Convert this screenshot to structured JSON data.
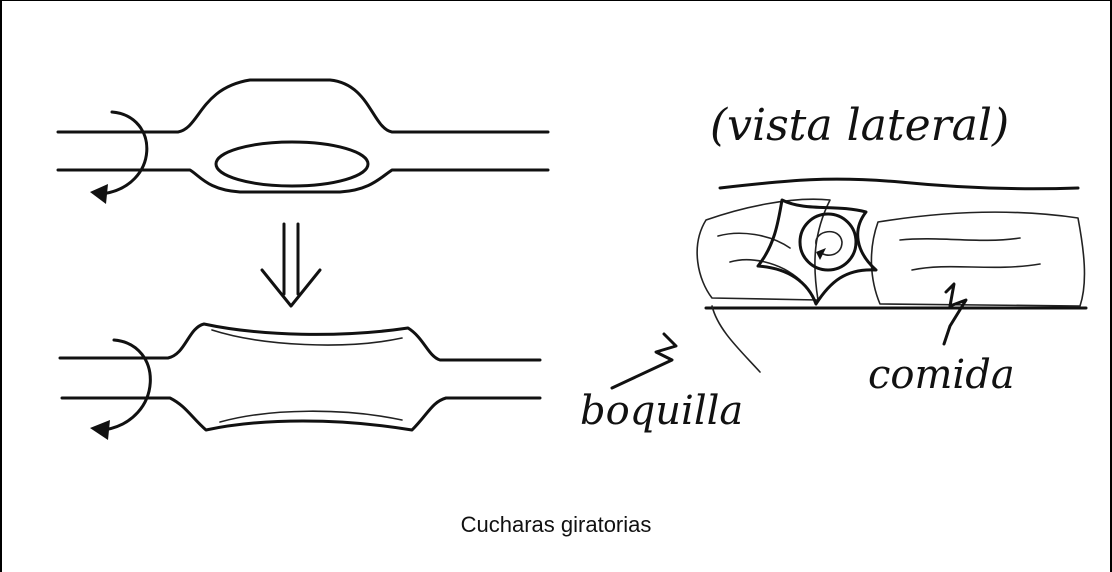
{
  "labels": {
    "side_view": "(vista lateral)",
    "mouthpiece": "boquilla",
    "food": "comida"
  },
  "caption": "Cucharas giratorias"
}
